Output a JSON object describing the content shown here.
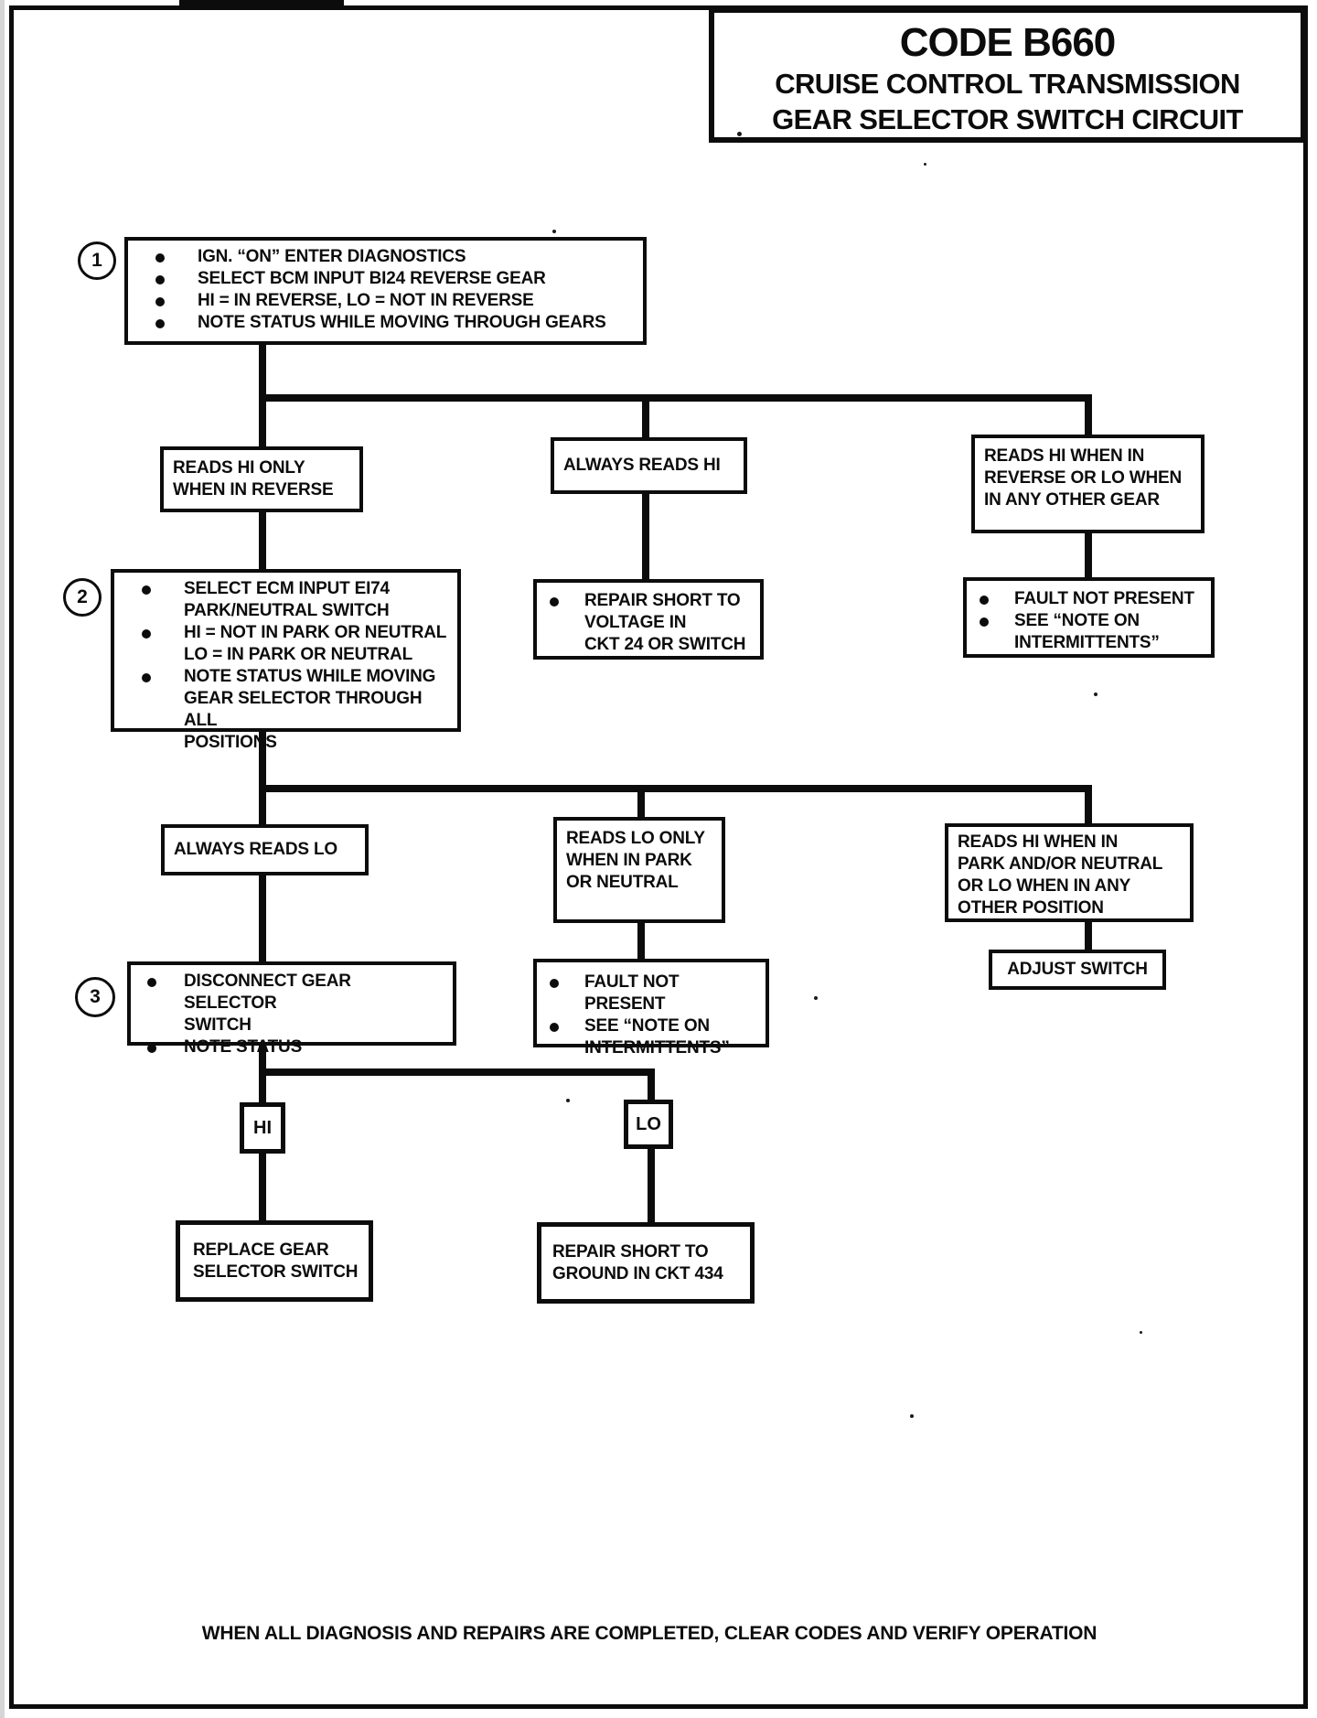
{
  "colors": {
    "ink": "#0c0c0c",
    "paper": "#ffffff"
  },
  "title": {
    "code": "CODE B660",
    "line2": "CRUISE CONTROL TRANSMISSION",
    "line3": "GEAR SELECTOR SWITCH CIRCUIT"
  },
  "step1": {
    "number": "1",
    "bullets": [
      "IGN. “ON” ENTER DIAGNOSTICS",
      "SELECT BCM INPUT BI24 REVERSE GEAR",
      "HI = IN REVERSE, LO = NOT IN REVERSE",
      "NOTE STATUS WHILE MOVING THROUGH GEARS"
    ]
  },
  "branch1": {
    "left": {
      "condition": "READS HI ONLY\nWHEN IN REVERSE"
    },
    "middle": {
      "condition": "ALWAYS READS HI",
      "action_bullets": [
        "REPAIR SHORT TO\nVOLTAGE IN\nCKT 24 OR SWITCH"
      ]
    },
    "right": {
      "condition": "READS HI WHEN IN\nREVERSE OR LO WHEN\nIN ANY OTHER GEAR",
      "action_bullets": [
        "FAULT NOT PRESENT",
        "SEE “NOTE ON\nINTERMITTENTS”"
      ]
    }
  },
  "step2": {
    "number": "2",
    "bullets": [
      "SELECT ECM INPUT EI74\nPARK/NEUTRAL SWITCH",
      "HI = NOT IN PARK OR NEUTRAL\nLO = IN PARK OR NEUTRAL",
      "NOTE STATUS WHILE MOVING\nGEAR SELECTOR THROUGH ALL\nPOSITIONS"
    ]
  },
  "branch2": {
    "left": {
      "condition": "ALWAYS READS LO"
    },
    "middle": {
      "condition": "READS LO ONLY\nWHEN IN PARK\nOR NEUTRAL",
      "action_bullets": [
        "FAULT NOT PRESENT",
        "SEE “NOTE ON\nINTERMITTENTS”"
      ]
    },
    "right": {
      "condition": "READS HI WHEN IN\nPARK AND/OR NEUTRAL\nOR LO WHEN IN ANY\nOTHER POSITION",
      "action": "ADJUST SWITCH"
    }
  },
  "step3": {
    "number": "3",
    "bullets": [
      "DISCONNECT GEAR SELECTOR\nSWITCH",
      "NOTE STATUS"
    ]
  },
  "branch3": {
    "hi": {
      "label": "HI",
      "action": "REPLACE GEAR\nSELECTOR SWITCH"
    },
    "lo": {
      "label": "LO",
      "action": "REPAIR SHORT TO\nGROUND IN CKT 434"
    }
  },
  "footer": "WHEN ALL DIAGNOSIS AND REPAIRS ARE COMPLETED, CLEAR CODES AND VERIFY OPERATION"
}
